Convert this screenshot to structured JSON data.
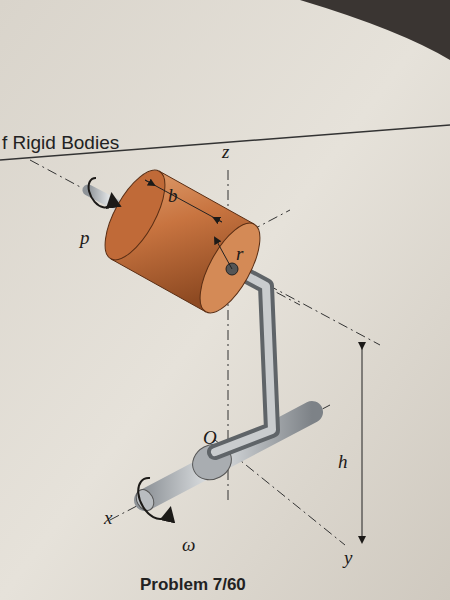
{
  "diagram": {
    "title": "f Rigid Bodies",
    "caption": "Problem 7/60",
    "labels": [
      "p",
      "b",
      "r",
      "z",
      "O",
      "h",
      "x",
      "y",
      "ω"
    ]
  }
}
